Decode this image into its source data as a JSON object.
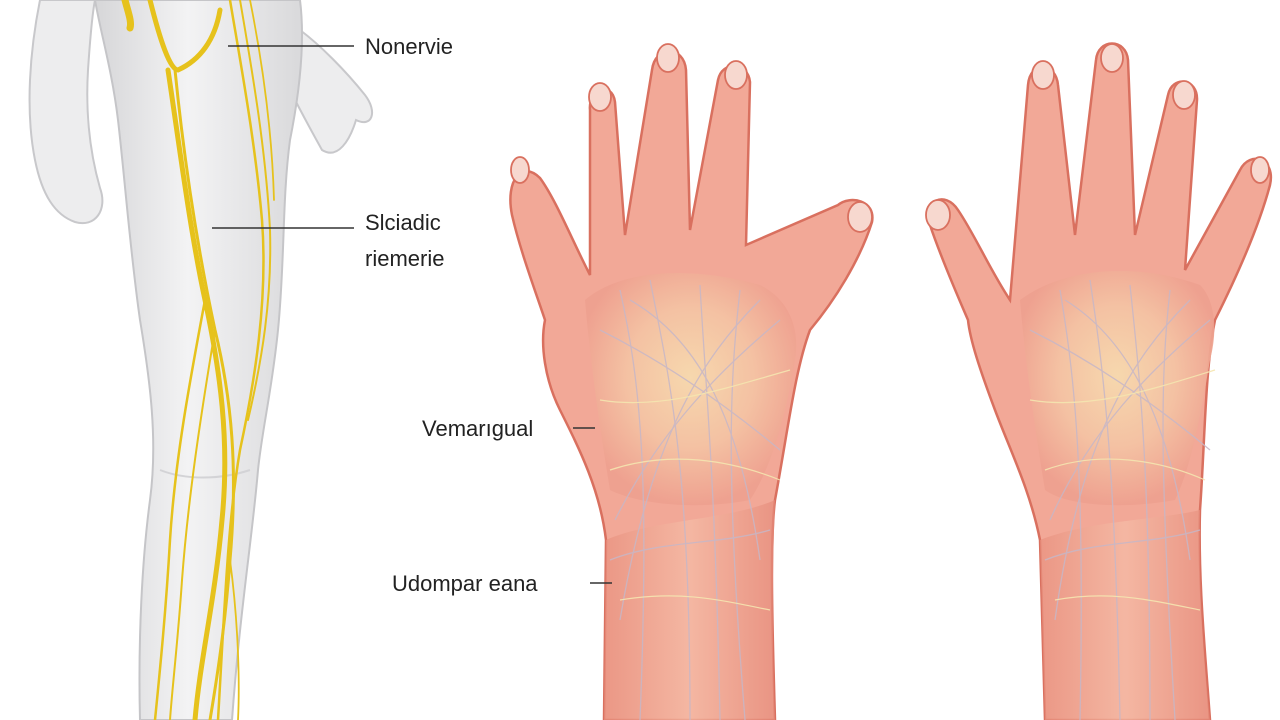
{
  "labels": {
    "nerve_top": "Nonervie",
    "sciatic_line1": "Slciadic",
    "sciatic_line2": "riemerie",
    "hand_upper": "Vemarıgual",
    "hand_lower": "Udompar eana"
  },
  "colors": {
    "background": "#ffffff",
    "body_fill": "#e9e9ea",
    "body_outline": "#c9c9cc",
    "nerve": "#e8c520",
    "skin": "#f2a897",
    "skin_edge": "#d9705f",
    "skin_inner": "#f6d3a8",
    "nail": "#f7d8cf",
    "callout_line": "#333333",
    "text": "#222222"
  },
  "icons": {
    "body_figure": "leg-figure-icon",
    "left_hand": "left-hand-icon",
    "right_hand": "right-hand-icon"
  }
}
